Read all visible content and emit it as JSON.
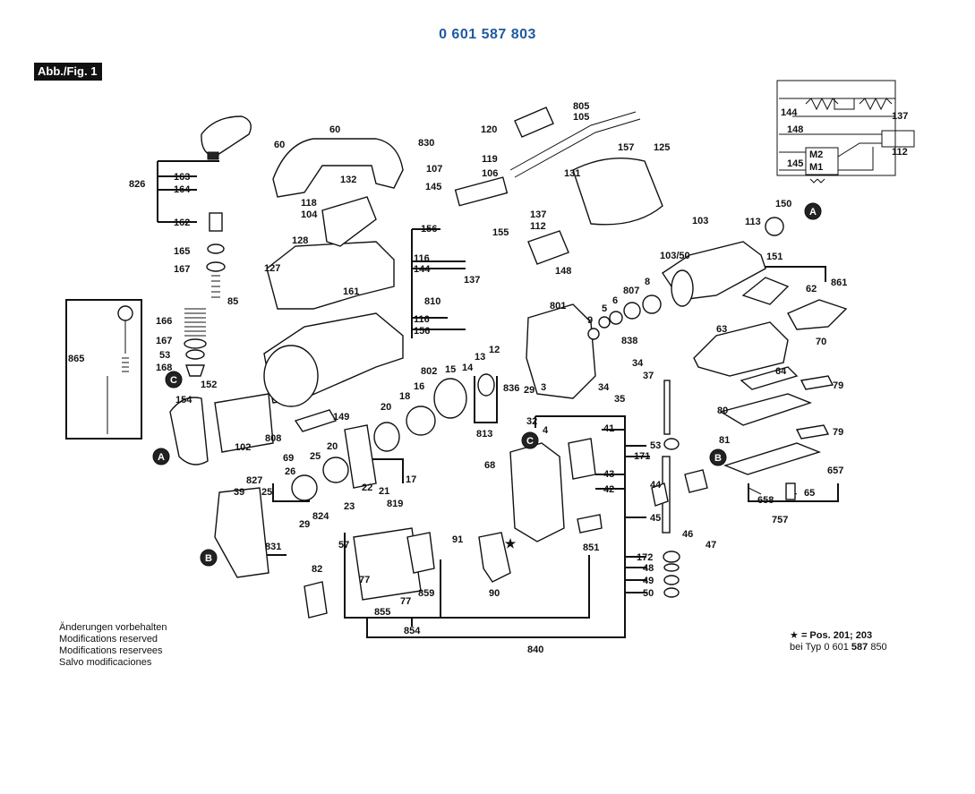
{
  "header": {
    "part_number": "0 601 587 803",
    "figure_label": "Abb./Fig. 1"
  },
  "notes": [
    "Änderungen vorbehalten",
    "Modifications reserved",
    "Modifications reservees",
    "Salvo modificaciones"
  ],
  "star_note": {
    "line1": "= Pos. 201; 203",
    "line2_prefix": "bei Typ 0 601 ",
    "line2_bold": "587",
    "line2_suffix": " 850"
  },
  "callouts": {
    "A": "A",
    "B": "B",
    "C": "C",
    "star": "★",
    "p805": "805",
    "p105": "105",
    "p120": "120",
    "p157": "157",
    "p125": "125",
    "p60a": "60",
    "p60b": "60",
    "p830": "830",
    "p119": "119",
    "p107": "107",
    "p106": "106",
    "p131": "131",
    "p132": "132",
    "p145a": "145",
    "p118": "118",
    "p104": "104",
    "p128": "128",
    "p156a": "156",
    "p155": "155",
    "p137a": "137",
    "p112a": "112",
    "p103": "103",
    "p113": "113",
    "p150": "150",
    "p10350": "103/50",
    "p151": "151",
    "p826": "826",
    "p163": "163",
    "p164": "164",
    "p162": "162",
    "p165": "165",
    "p167a": "167",
    "p85": "85",
    "p127": "127",
    "p161": "161",
    "p116a": "116",
    "p144a": "144",
    "p148a": "148",
    "p137b": "137",
    "p810": "810",
    "p116b": "116",
    "p156b": "156",
    "p801": "801",
    "p8": "8",
    "p807": "807",
    "p6": "6",
    "p5": "5",
    "p9": "9",
    "p838": "838",
    "p861": "861",
    "p62": "62",
    "p63": "63",
    "p70": "70",
    "p64": "64",
    "p865": "865",
    "p166": "166",
    "p167b": "167",
    "p53a": "53",
    "p168": "168",
    "p152": "152",
    "p154": "154",
    "p102": "102",
    "p808": "808",
    "p149": "149",
    "p802": "802",
    "p15": "15",
    "p14": "14",
    "p13": "13",
    "p12": "12",
    "p18": "18",
    "p16": "16",
    "p836": "836",
    "p29a": "29",
    "p3": "3",
    "p32": "32",
    "p34a": "34",
    "p37": "37",
    "p34b": "34",
    "p35": "35",
    "p79a": "79",
    "p80": "80",
    "p79b": "79",
    "p81": "81",
    "p657": "657",
    "p20a": "20",
    "p813": "813",
    "p20b": "20",
    "p22": "22",
    "p21": "21",
    "p819": "819",
    "p17": "17",
    "p23": "23",
    "p39": "39",
    "p827": "827",
    "p69": "69",
    "p25a": "25",
    "p25b": "25",
    "p26": "26",
    "p824": "824",
    "p29b": "29",
    "p831": "831",
    "p4": "4",
    "p41": "41",
    "p53b": "53",
    "p171": "171",
    "p43": "43",
    "p42": "42",
    "p44": "44",
    "p45": "45",
    "p46": "46",
    "p47": "47",
    "p68": "68",
    "p91": "91",
    "p90": "90",
    "p851": "851",
    "p57": "57",
    "p82": "82",
    "p77a": "77",
    "p77b": "77",
    "p859": "859",
    "p855": "855",
    "p854": "854",
    "p840": "840",
    "p172": "172",
    "p48": "48",
    "p49": "49",
    "p50": "50",
    "p658": "658",
    "p65": "65",
    "p757": "757",
    "p144b": "144",
    "p137c": "137",
    "p148b": "148",
    "p145b": "145",
    "p112b": "112",
    "M2": "M2",
    "M1": "M1"
  }
}
